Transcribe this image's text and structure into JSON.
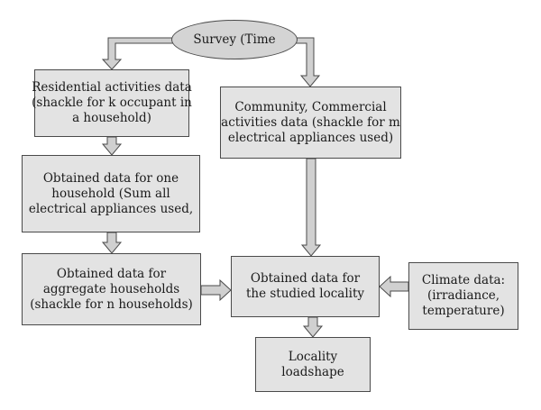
{
  "nodes": {
    "survey": {
      "lines": [
        "Survey (Time"
      ]
    },
    "residential": {
      "lines": [
        "Residential activities data",
        "(shackle for k occupant in",
        "a household)"
      ]
    },
    "community": {
      "lines": [
        "Community, Commercial",
        "activities data (shackle for m",
        "electrical appliances used)"
      ]
    },
    "one_household": {
      "lines": [
        "Obtained data for one",
        "household (Sum all",
        "electrical appliances used,"
      ]
    },
    "aggregate": {
      "lines": [
        "Obtained data for",
        "aggregate households",
        "(shackle for n households)"
      ]
    },
    "locality": {
      "lines": [
        "Obtained data for",
        "the studied locality"
      ]
    },
    "climate": {
      "lines": [
        "Climate data:",
        "(irradiance,",
        "temperature)"
      ]
    },
    "loadshape": {
      "lines": [
        "Locality",
        "loadshape"
      ]
    }
  },
  "colors": {
    "box_fill": "#e3e3e3",
    "ellipse_fill": "#d4d4d4",
    "arrow_fill": "#d0d0d0",
    "stroke": "#4a4a4a"
  }
}
